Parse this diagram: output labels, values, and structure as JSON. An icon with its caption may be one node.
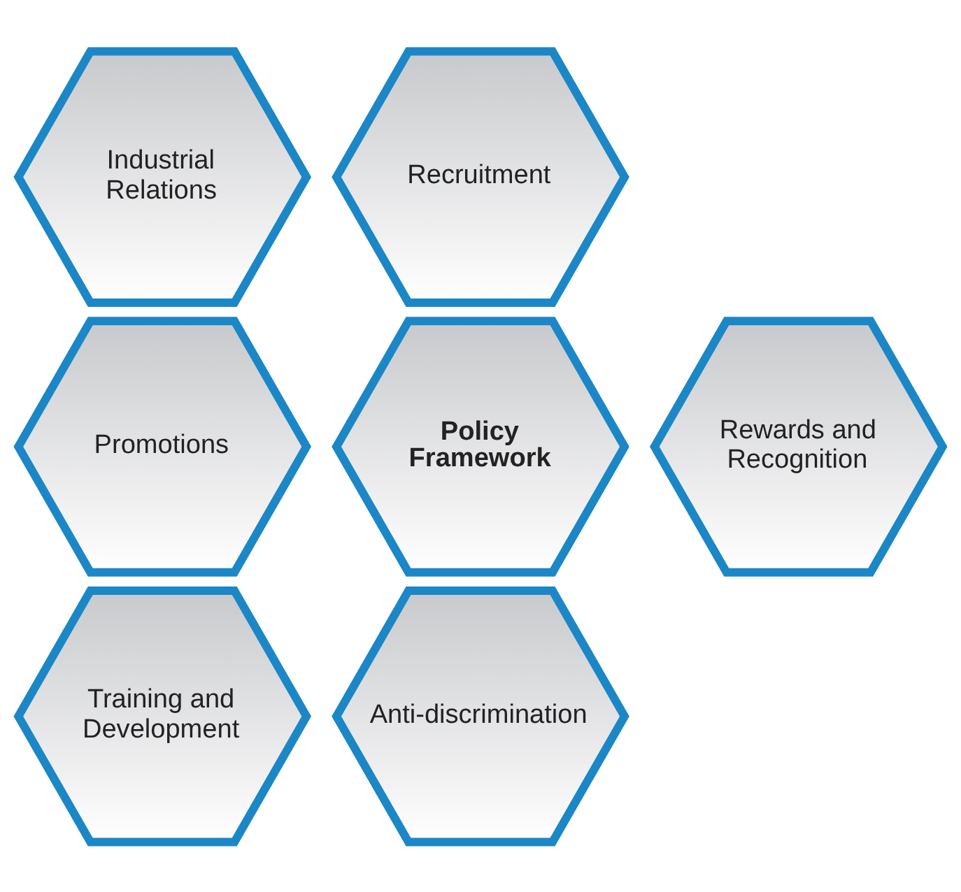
{
  "diagram": {
    "nodes": [
      {
        "text": [
          "Industrial Relations"
        ]
      },
      {
        "text": [
          "Recruitment"
        ]
      },
      {
        "text": [
          "Promotions"
        ]
      },
      {
        "text": [
          "Policy Framework"
        ]
      },
      {
        "text": [
          "Rewards and Recognition"
        ]
      },
      {
        "text": [
          "Training and Development"
        ]
      },
      {
        "text": [
          "Anti-discrimination"
        ]
      }
    ]
  }
}
